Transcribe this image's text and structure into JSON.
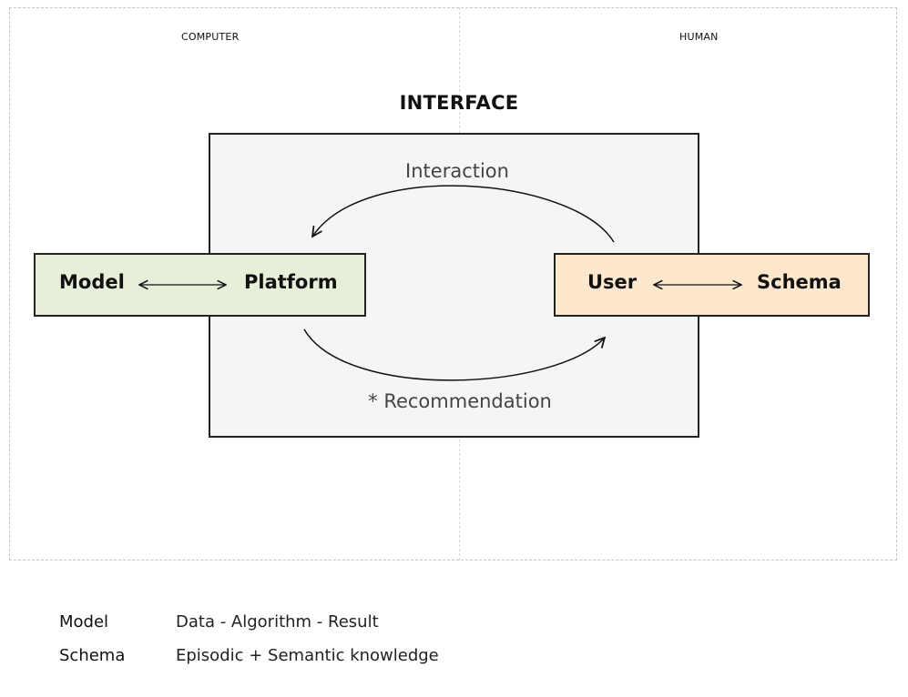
{
  "zones": {
    "computer": "COMPUTER",
    "human": "HUMAN"
  },
  "interface": {
    "title": "INTERFACE"
  },
  "nodes": {
    "model": "Model",
    "platform": "Platform",
    "user": "User",
    "schema": "Schema"
  },
  "flows": {
    "interaction": "Interaction",
    "recommendation": "* Recommendation"
  },
  "legend": [
    {
      "term": "Model",
      "definition": "Data - Algorithm - Result"
    },
    {
      "term": "Schema",
      "definition": "Episodic + Semantic knowledge"
    }
  ],
  "colors": {
    "computer_node_fill": "#e7efd9",
    "human_node_fill": "#fde7cd",
    "interface_fill": "#f4f6f4"
  }
}
